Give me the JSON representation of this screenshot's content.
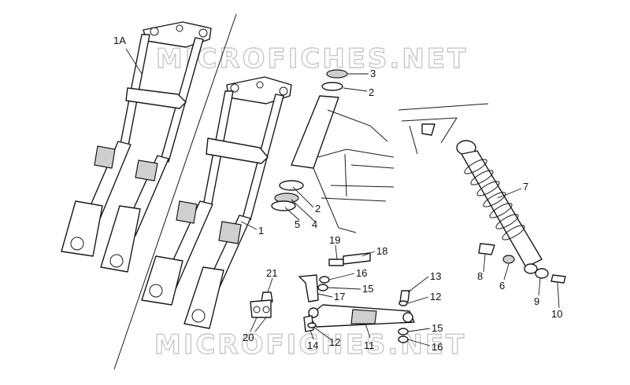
{
  "watermark": "MICROFICHES.NET",
  "callouts": [
    {
      "id": "c-1a",
      "text": "1A"
    },
    {
      "id": "c-1",
      "text": "1"
    },
    {
      "id": "c-2a",
      "text": "2"
    },
    {
      "id": "c-3",
      "text": "3"
    },
    {
      "id": "c-2b",
      "text": "2"
    },
    {
      "id": "c-5",
      "text": "5"
    },
    {
      "id": "c-4",
      "text": "4"
    },
    {
      "id": "c-7",
      "text": "7"
    },
    {
      "id": "c-8",
      "text": "8"
    },
    {
      "id": "c-6",
      "text": "6"
    },
    {
      "id": "c-9",
      "text": "9"
    },
    {
      "id": "c-10",
      "text": "10"
    },
    {
      "id": "c-19",
      "text": "19"
    },
    {
      "id": "c-18",
      "text": "18"
    },
    {
      "id": "c-16a",
      "text": "16"
    },
    {
      "id": "c-15a",
      "text": "15"
    },
    {
      "id": "c-17",
      "text": "17"
    },
    {
      "id": "c-21",
      "text": "21"
    },
    {
      "id": "c-20",
      "text": "20"
    },
    {
      "id": "c-13",
      "text": "13"
    },
    {
      "id": "c-12a",
      "text": "12"
    },
    {
      "id": "c-11",
      "text": "11"
    },
    {
      "id": "c-14",
      "text": "14"
    },
    {
      "id": "c-12b",
      "text": "12"
    },
    {
      "id": "c-15b",
      "text": "15"
    },
    {
      "id": "c-16b",
      "text": "16"
    }
  ]
}
